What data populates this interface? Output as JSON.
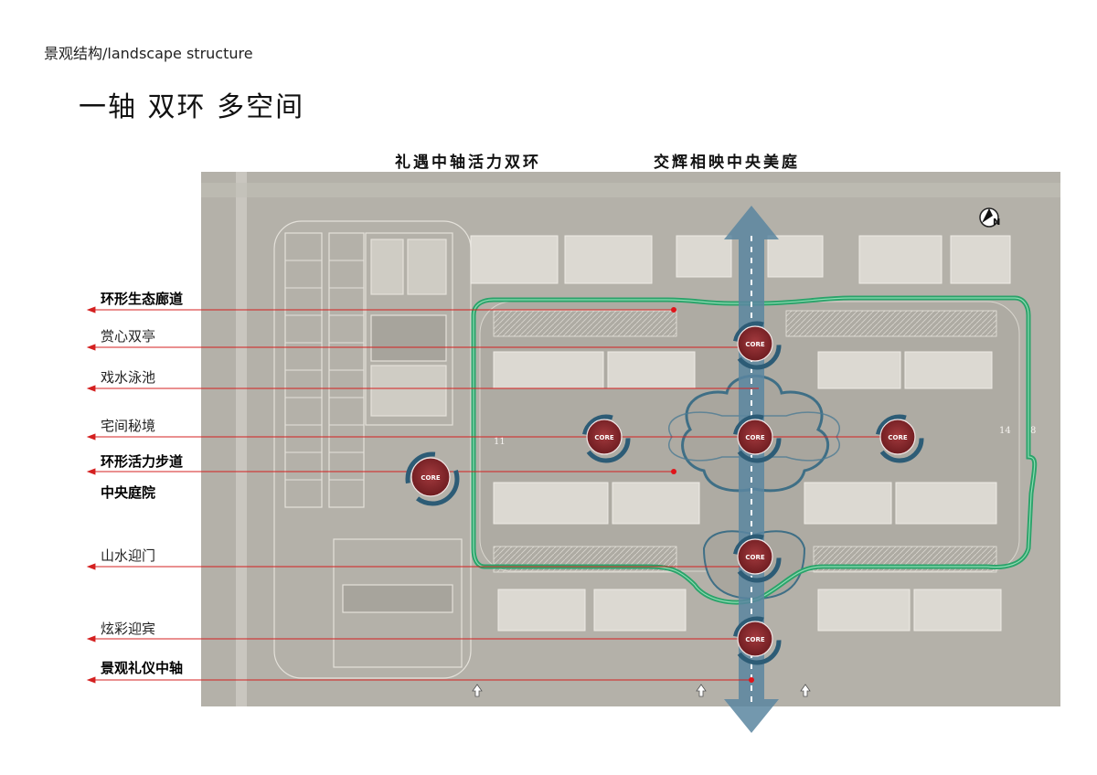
{
  "header": {
    "title": "景观结构/landscape structure"
  },
  "main_title": "一轴  双环  多空间",
  "captions": {
    "left": "礼遇中轴活力双环",
    "right": "交辉相映中央美庭"
  },
  "legend": [
    {
      "label": "环形生态廊道",
      "bold": true
    },
    {
      "label": "赏心双亭",
      "bold": false
    },
    {
      "label": "戏水泳池",
      "bold": false
    },
    {
      "label": "宅间秘境",
      "bold": false
    },
    {
      "label": "环形活力步道",
      "bold": true
    },
    {
      "label": "中央庭院",
      "bold": true
    },
    {
      "label": "山水迎门",
      "bold": false
    },
    {
      "label": "炫彩迎宾",
      "bold": false
    },
    {
      "label": "景观礼仪中轴",
      "bold": true
    }
  ],
  "map": {
    "core_label": "CORE",
    "north_label": "N",
    "building_numbers": [
      "11",
      "14",
      "8"
    ],
    "colors": {
      "background": "#b4b1a9",
      "eco_corridor": "#2aa36a",
      "axis": "#5b86a0",
      "core_fill": "#8a2a2e",
      "leader_line": "#d42020"
    }
  }
}
